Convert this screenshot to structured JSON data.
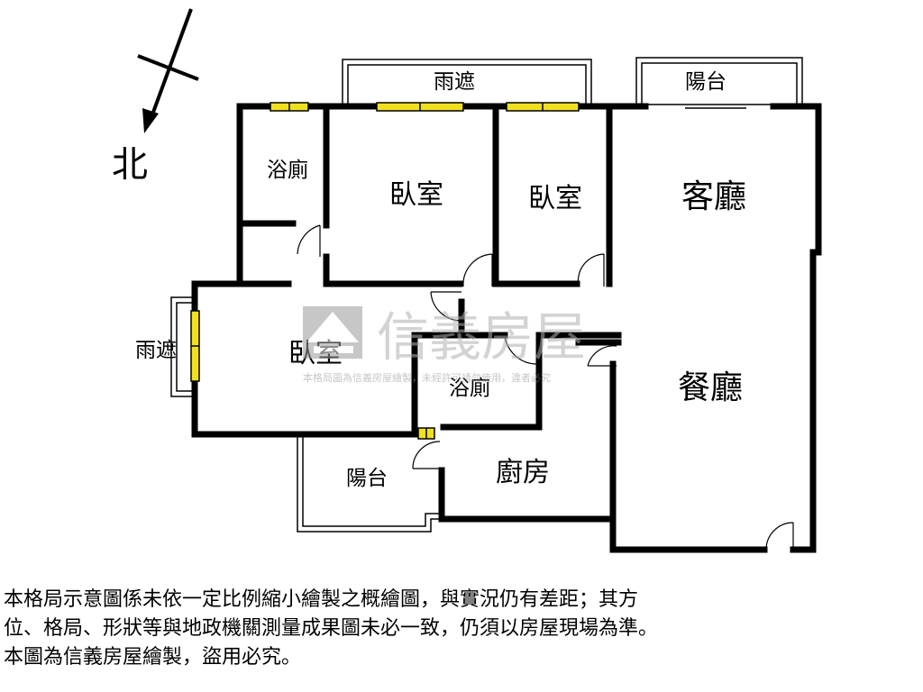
{
  "compass": {
    "north_label": "北"
  },
  "rooms": {
    "canopy_top": "雨遮",
    "balcony_top": "陽台",
    "bathroom_1": "浴廁",
    "bedroom_1": "臥室",
    "bedroom_2": "臥室",
    "living_room": "客廳",
    "canopy_left": "雨遮",
    "bedroom_3": "臥室",
    "bathroom_2": "浴廁",
    "dining_room": "餐廳",
    "balcony_bottom": "陽台",
    "kitchen": "廚房"
  },
  "watermark": {
    "brand": "信義房屋",
    "note": "本格局圖為信義房屋繪製，未經許可請勿使用，違者必究"
  },
  "disclaimer": {
    "line1": "本格局示意圖係未依一定比例縮小繪製之概繪圖，與實況仍有差距；其方",
    "line2": "位、格局、形狀等與地政機關測量成果圖未必一致，仍須以房屋現場為準。",
    "line3": "本圖為信義房屋繪製，盜用必究。"
  },
  "colors": {
    "window": "#f0e020",
    "wall": "#000000",
    "watermark": "#c8c8c8"
  }
}
